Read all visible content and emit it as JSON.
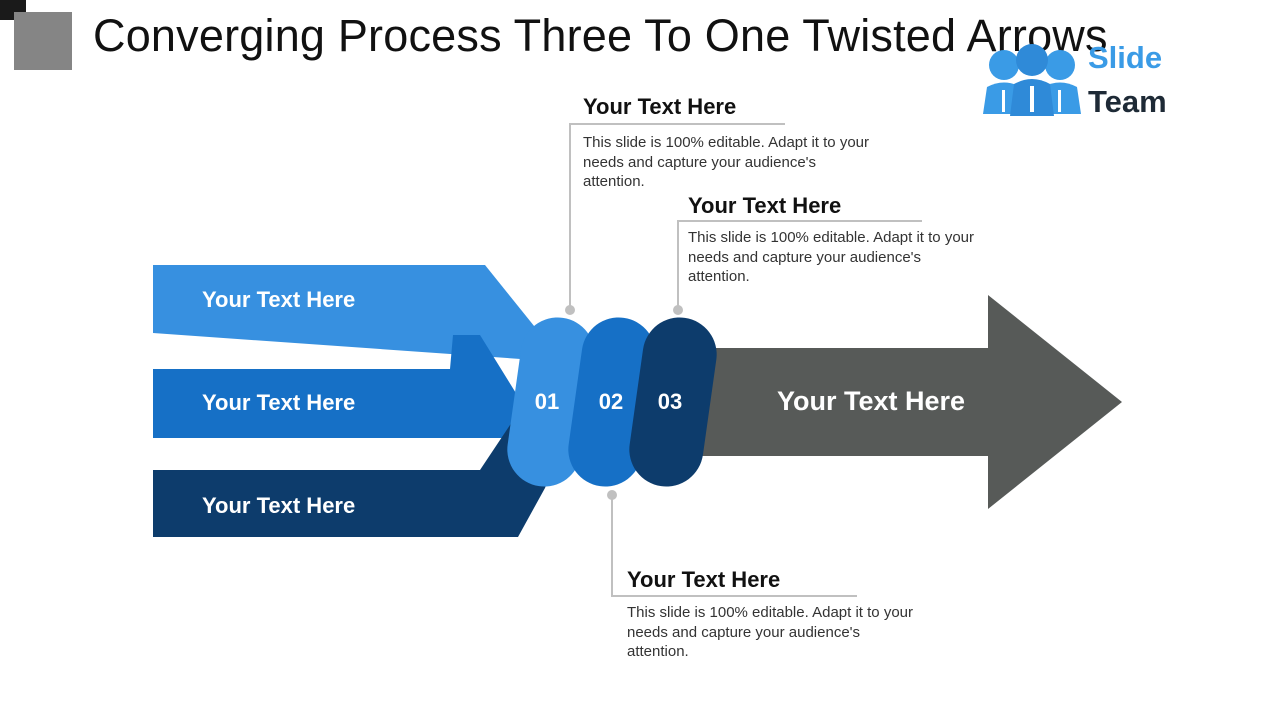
{
  "slide": {
    "title": "Converging Process Three To One Twisted Arrows"
  },
  "logo": {
    "line1": "Slide",
    "line2": "Team",
    "icon": "three-people-icon"
  },
  "colors": {
    "light_blue": "#3790e0",
    "mid_blue": "#1670c6",
    "dark_blue": "#0d3c6c",
    "arrow_gray": "#575a58",
    "connector_gray": "#c0c0c0",
    "title_square": "#858585"
  },
  "inputs": [
    {
      "label": "Your Text Here"
    },
    {
      "label": "Your Text Here"
    },
    {
      "label": "Your Text Here"
    }
  ],
  "steps": [
    {
      "number": "01"
    },
    {
      "number": "02"
    },
    {
      "number": "03"
    }
  ],
  "output_arrow": {
    "label": "Your Text Here"
  },
  "callouts": [
    {
      "step": "01",
      "title": "Your Text Here",
      "text": "This slide is 100% editable. Adapt it to your needs and capture your audience's attention."
    },
    {
      "step": "03",
      "title": "Your Text Here",
      "text": "This slide is 100% editable. Adapt it to your needs and capture your audience's attention."
    },
    {
      "step": "02",
      "title": "Your Text Here",
      "text": "This slide is 100% editable. Adapt it to your needs and capture your audience's attention."
    }
  ]
}
